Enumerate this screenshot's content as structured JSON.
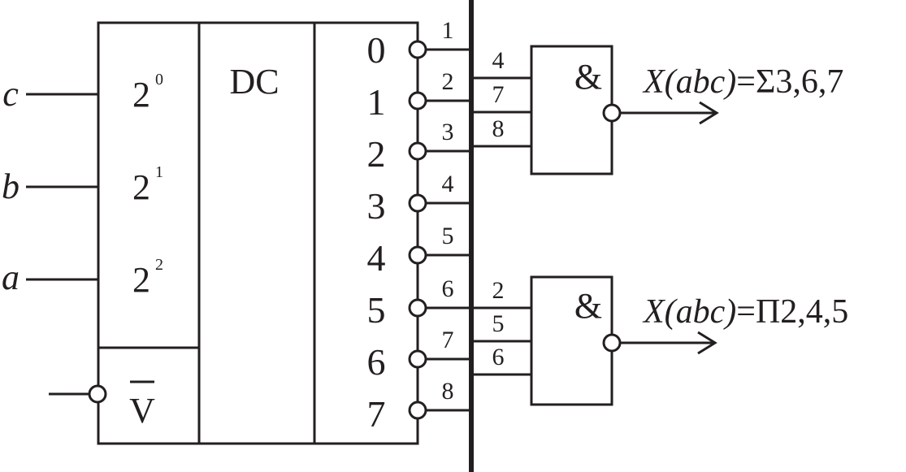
{
  "inputs": [
    {
      "name": "c",
      "weight_base": "2",
      "weight_exp": "0"
    },
    {
      "name": "b",
      "weight_base": "2",
      "weight_exp": "1"
    },
    {
      "name": "a",
      "weight_base": "2",
      "weight_exp": "2"
    }
  ],
  "decoder": {
    "label": "DC",
    "enable_label": "V",
    "outputs": [
      "0",
      "1",
      "2",
      "3",
      "4",
      "5",
      "6",
      "7"
    ],
    "bus_wire_numbers": [
      "1",
      "2",
      "3",
      "4",
      "5",
      "6",
      "7",
      "8"
    ]
  },
  "gates": [
    {
      "symbol": "&",
      "input_wires": [
        "4",
        "7",
        "8"
      ],
      "expr_prefix": "X(abc)",
      "expr_rest": "=Σ3,6,7"
    },
    {
      "symbol": "&",
      "input_wires": [
        "2",
        "5",
        "6"
      ],
      "expr_prefix": "X(abc)",
      "expr_rest": "=Π2,4,5"
    }
  ]
}
